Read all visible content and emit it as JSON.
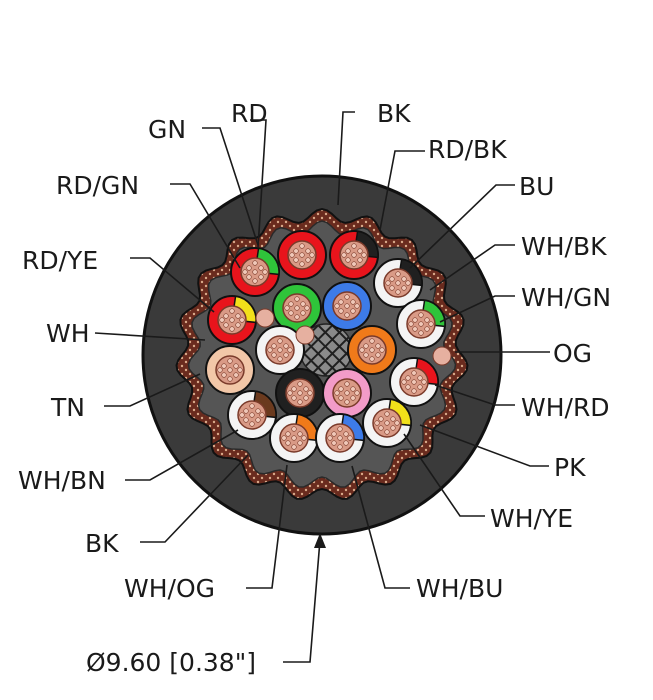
{
  "colors": {
    "jacket": "#3a3a3a",
    "jacket_edge": "#111111",
    "inner": "#555555",
    "shield": "#6a2b1e",
    "shield_dots": "#d9a98a",
    "copper": "#d99a86",
    "copper_dark": "#7a3a2a",
    "filler": "#e6b0a0",
    "RD": "#e8141c",
    "BK": "#202020",
    "GN": "#2fc43a",
    "BU": "#3d7be8",
    "OG": "#f07a1a",
    "WH": "#f4f4f4",
    "TN": "#f2c7a8",
    "PK": "#f29bc8",
    "YE": "#f2e01a",
    "BN": "#6b3a1e"
  },
  "diameter_label": "Ø9.60 [0.38\"]",
  "conductors": [
    {
      "id": "rd",
      "label": "RD",
      "main": "RD",
      "stripe": null
    },
    {
      "id": "bk",
      "label": "BK",
      "main": "RD",
      "stripe": "BK"
    },
    {
      "id": "rd-gn",
      "label": "RD/GN",
      "main": "RD",
      "stripe": "GN"
    },
    {
      "id": "gn",
      "label": "GN",
      "main": "GN",
      "stripe": null
    },
    {
      "id": "bu",
      "label": "BU",
      "main": "BU",
      "stripe": null
    },
    {
      "id": "wh-bk",
      "label": "WH/BK",
      "main": "WH",
      "stripe": "BK"
    },
    {
      "id": "rd-ye",
      "label": "RD/YE",
      "main": "RD",
      "stripe": "YE"
    },
    {
      "id": "wh-gn",
      "label": "WH/GN",
      "main": "WH",
      "stripe": "GN"
    },
    {
      "id": "wh",
      "label": "WH",
      "main": "WH",
      "stripe": null
    },
    {
      "id": "og",
      "label": "OG",
      "main": "OG",
      "stripe": null
    },
    {
      "id": "tn",
      "label": "TN",
      "main": "TN",
      "stripe": null
    },
    {
      "id": "bk2",
      "label": "BK",
      "main": "BK",
      "stripe": null
    },
    {
      "id": "pk",
      "label": "PK",
      "main": "PK",
      "stripe": null
    },
    {
      "id": "wh-rd",
      "label": "WH/RD",
      "main": "WH",
      "stripe": "RD"
    },
    {
      "id": "wh-bn",
      "label": "WH/BN",
      "main": "WH",
      "stripe": "BN"
    },
    {
      "id": "wh-ye",
      "label": "WH/YE",
      "main": "WH",
      "stripe": "YE"
    },
    {
      "id": "wh-og",
      "label": "WH/OG",
      "main": "WH",
      "stripe": "OG"
    },
    {
      "id": "wh-bu",
      "label": "WH/BU",
      "main": "WH",
      "stripe": "BU"
    },
    {
      "id": "rd-bk",
      "label": "RD/BK",
      "main": "WH",
      "stripe": "BK"
    }
  ]
}
